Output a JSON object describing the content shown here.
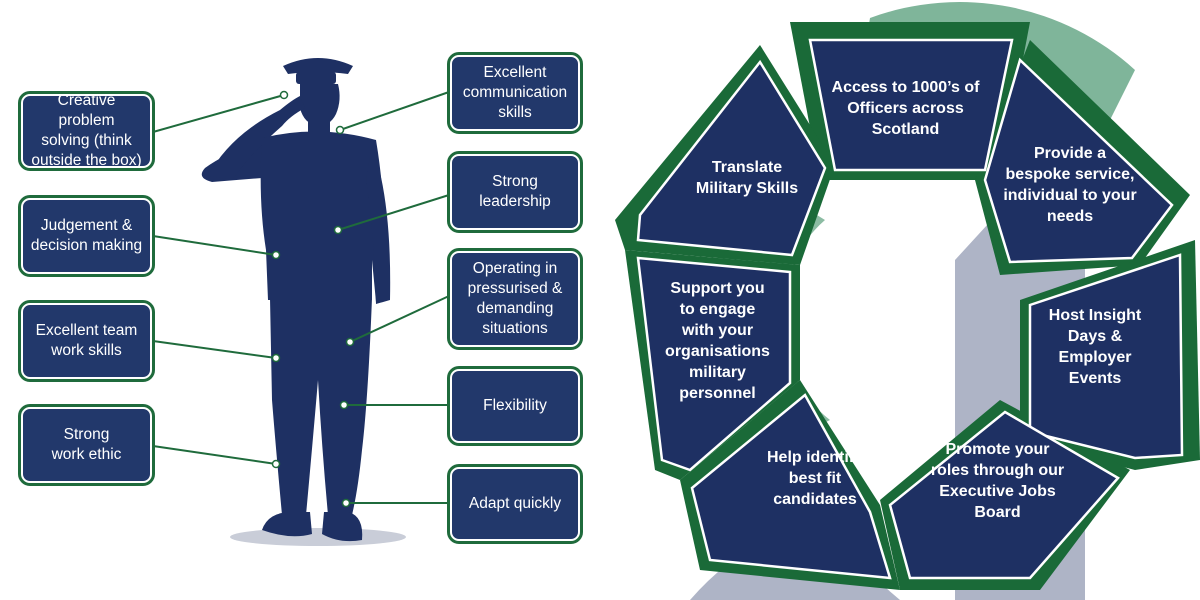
{
  "colors": {
    "navy": "#1e3063",
    "box_fill": "#22386b",
    "dark_green": "#1a6a38",
    "light_green": "#6fae8c",
    "grey_arrow": "#aeb4c6"
  },
  "skills_left": [
    {
      "id": "creative",
      "text": "Creative problem\nsolving (think\noutside the box)"
    },
    {
      "id": "judgement",
      "text": "Judgement &\ndecision making"
    },
    {
      "id": "teamwork",
      "text": "Excellent team\nwork skills"
    },
    {
      "id": "work-ethic",
      "text": "Strong\nwork ethic"
    }
  ],
  "skills_right": [
    {
      "id": "communication",
      "text": "Excellent\ncommunication\nskills"
    },
    {
      "id": "leadership",
      "text": "Strong\nleadership"
    },
    {
      "id": "pressure",
      "text": "Operating in\npressurised &\ndemanding\nsituations"
    },
    {
      "id": "flexibility",
      "text": "Flexibility"
    },
    {
      "id": "adapt",
      "text": "Adapt quickly"
    }
  ],
  "ring_segments": [
    {
      "id": "access",
      "text": "Access to 1000’s of\nOfficers across\nScotland"
    },
    {
      "id": "bespoke",
      "text": "Provide a\nbespoke service,\nindividual to your\nneeds"
    },
    {
      "id": "insight",
      "text": "Host Insight\nDays &\nEmployer\nEvents"
    },
    {
      "id": "promote",
      "text": "Promote your\nroles through our\nExecutive Jobs\nBoard"
    },
    {
      "id": "best-fit",
      "text": "Help identify\nbest fit\ncandidates"
    },
    {
      "id": "support",
      "text": "Support you\nto engage\nwith your\norganisations\nmilitary\npersonnel"
    },
    {
      "id": "translate",
      "text": "Translate\nMilitary Skills"
    }
  ]
}
